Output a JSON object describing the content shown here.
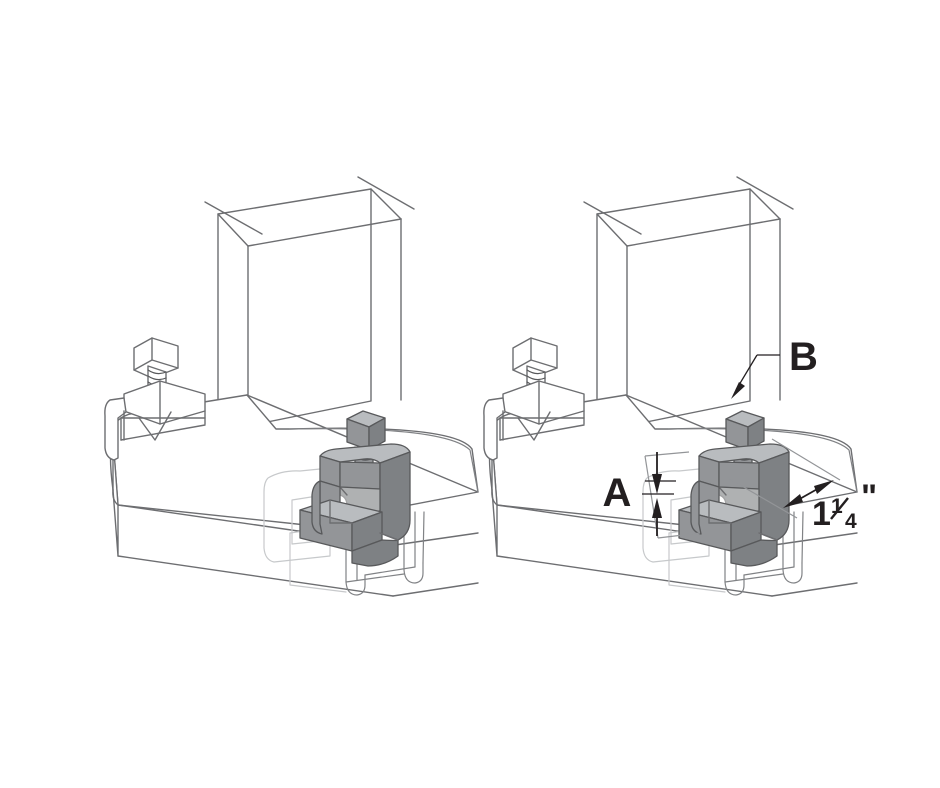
{
  "figure": {
    "title": "Beam clamp installation isometric detail",
    "background_color": "#ffffff",
    "line_color": "#6d6e71",
    "metal_gray": "#939598",
    "metal_light": "#b9bcbf",
    "metal_dark": "#7e8184",
    "annotation_color": "#231f20"
  },
  "assemblies": [
    {
      "id": "left",
      "name": "beam-clamp-assembly-left",
      "description": "I-beam shown in outline with far-side clamp in outline and near-side clamp shaded, channel strut suspended below"
    },
    {
      "id": "right",
      "name": "beam-clamp-assembly-right",
      "description": "Same assembly repeated with dimension callouts A, B and 1 1/4 inch"
    }
  ],
  "annotations": {
    "callout_a": {
      "label": "A",
      "name": "dimension-callout-a",
      "description": "Vertical double arrow measuring clamp jaw opening height"
    },
    "callout_b": {
      "label": "B",
      "name": "dimension-callout-b",
      "description": "Leader line with arrowhead pointing to the hex head set screw"
    },
    "dimension_width": {
      "whole": "1",
      "numerator": "1",
      "denominator": "4",
      "unit": "\"",
      "full_text": "1 1/4\"",
      "name": "dimension-callout-width",
      "description": "Double headed arrow measuring clamp body width across beam flange"
    }
  },
  "components": {
    "beam": "steel-i-beam",
    "clamp": "c-clamp-body",
    "fastener": "hex-head-set-screw",
    "strut": "channel-strut"
  }
}
